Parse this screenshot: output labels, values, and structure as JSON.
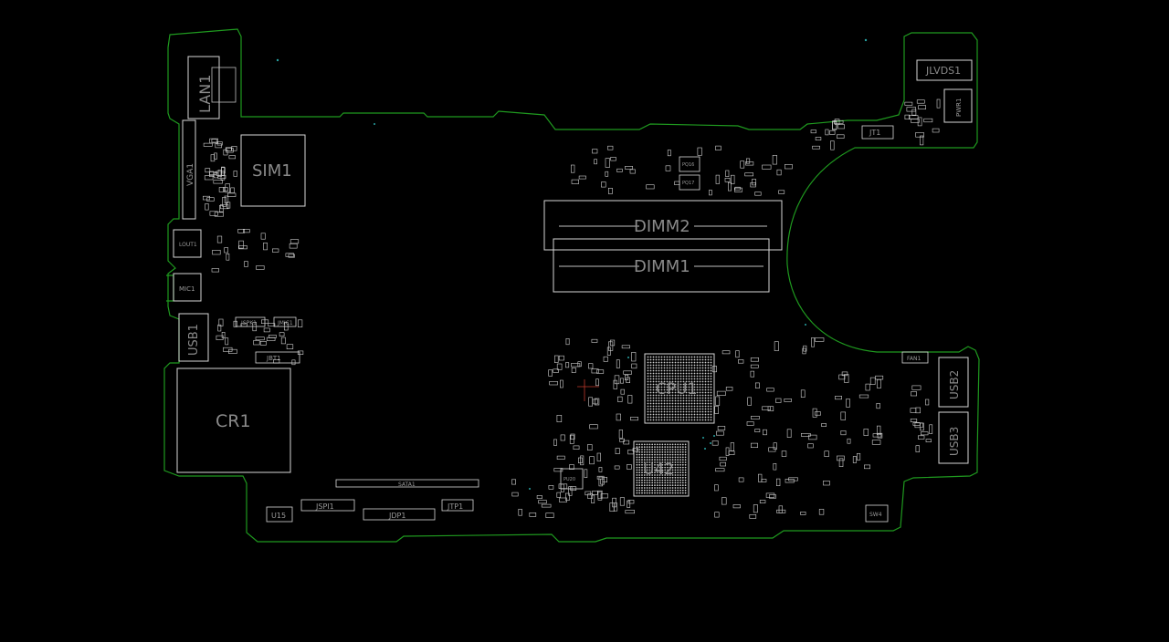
{
  "colors": {
    "background": "#000000",
    "outline": "#1f9a1f",
    "silkscreen": "#d6d6d6",
    "label": "#8c8c8c",
    "via": "#29a3a3",
    "marker": "#c0392b"
  },
  "components": {
    "lan1": "LAN1",
    "sim1": "SIM1",
    "vga": "VGA1",
    "lout1": "LOUT1",
    "mic1": "MIC1",
    "usb1": "USB1",
    "jspk1": "JSPK1",
    "jmic1": "JMIC1",
    "jbt1": "JBT1",
    "cr1": "CR1",
    "dimm2": "DIMM2",
    "dimm1": "DIMM1",
    "cpu1": "CPU1",
    "u42": "U42",
    "jlvds1": "JLVDS1",
    "pwr1": "PWR1",
    "jt1": "JT1",
    "fan1": "FAN1",
    "usb2": "USB2",
    "usb3": "USB3",
    "sw4": "SW4",
    "sata1": "SATA1",
    "jspi1": "JSPI1",
    "jdp1": "JDP1",
    "jtp1": "JTP1",
    "u15": "U15",
    "pu20": "PU20",
    "pq16": "PQ16",
    "pq17": "PQ17"
  }
}
